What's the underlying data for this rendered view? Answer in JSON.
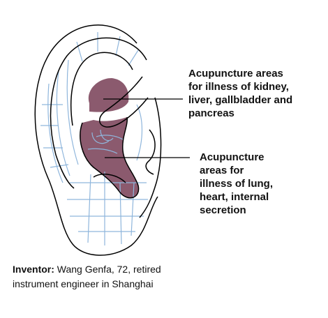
{
  "callouts": {
    "upper": "Acupuncture areas\nfor illness of kidney,\nliver, gallbladder and\npancreas",
    "lower": "Acupuncture\nareas for\nillness of  lung,\nheart, internal\nsecretion"
  },
  "caption": {
    "label": "Inventor:",
    "text": " Wang Genfa, 72, retired\ninstrument engineer in Shanghai"
  },
  "colors": {
    "outline": "#000000",
    "grid": "#8fb6dc",
    "region": "#8b5a6e"
  }
}
